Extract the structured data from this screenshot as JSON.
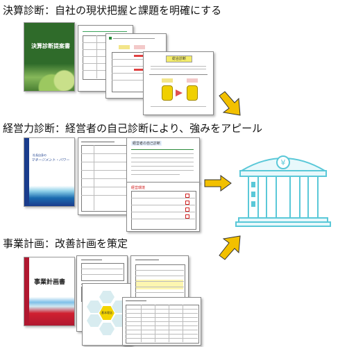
{
  "section1": {
    "heading": "決算診断：自社の現状把握と課題を明確にする",
    "cover_title": "決算診断提案書",
    "chart_title": "総合診断"
  },
  "section2": {
    "heading": "経営力診断：経営者の自己診断により、強みをアピール",
    "cover_subtitle": "社長自身の",
    "cover_title": "マネージメント・パワー",
    "page_heading": "経営環境",
    "page_heading2": "経営者の自己診断"
  },
  "section3": {
    "heading": "事業計画：改善計画を策定",
    "cover_title": "事業計画書",
    "hex_label": "基本理念"
  },
  "icons": {
    "bank": "bank-building-icon",
    "arrow": "yellow-arrow-icon"
  },
  "colors": {
    "cover1": "#2f6b2a",
    "cover2": "#1a3c8c",
    "cover3": "#b01830",
    "arrow": "#f2c000",
    "bank": "#5ac8d8"
  }
}
